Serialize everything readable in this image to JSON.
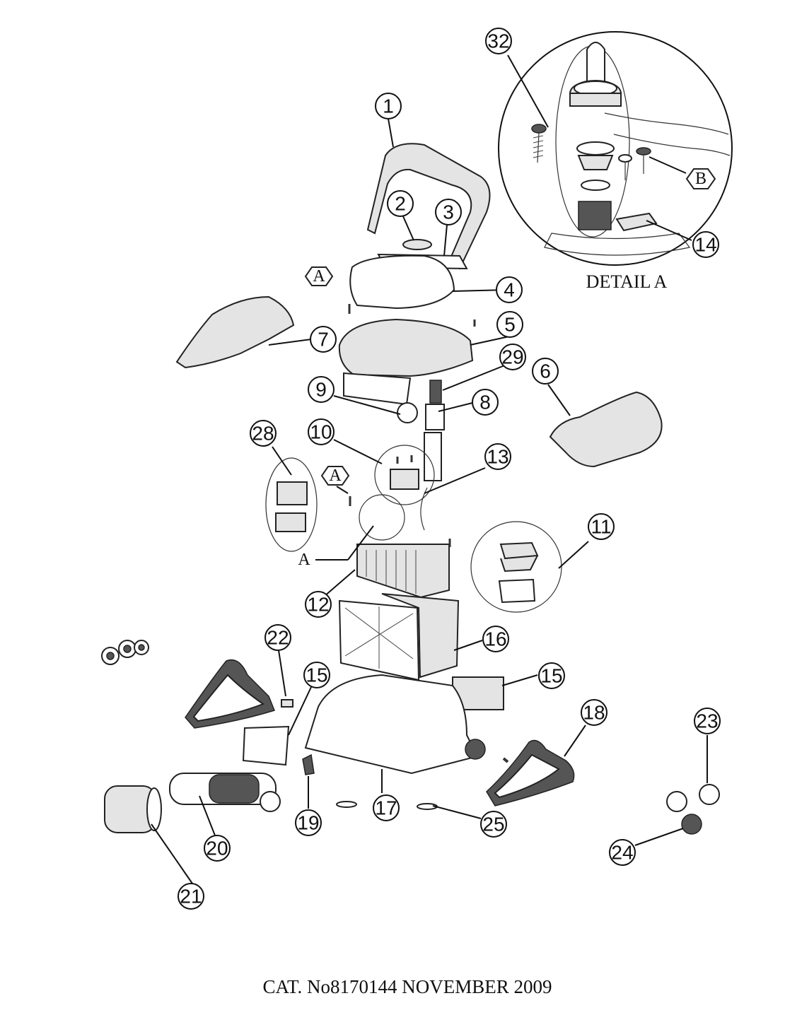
{
  "callouts": [
    "1",
    "2",
    "3",
    "4",
    "5",
    "6",
    "7",
    "8",
    "9",
    "10",
    "11",
    "12",
    "13",
    "14",
    "15",
    "15",
    "16",
    "17",
    "18",
    "19",
    "20",
    "21",
    "22",
    "23",
    "24",
    "25",
    "28",
    "29",
    "32"
  ],
  "letter_refs": {
    "a_upper": "A",
    "a_lower": "A",
    "b": "B",
    "a_tag": "A"
  },
  "detail_label": "DETAIL A",
  "footer": {
    "prefix": "CAT. No",
    "number": "8170144",
    "month": " NOVEMBER ",
    "year": "2009"
  }
}
